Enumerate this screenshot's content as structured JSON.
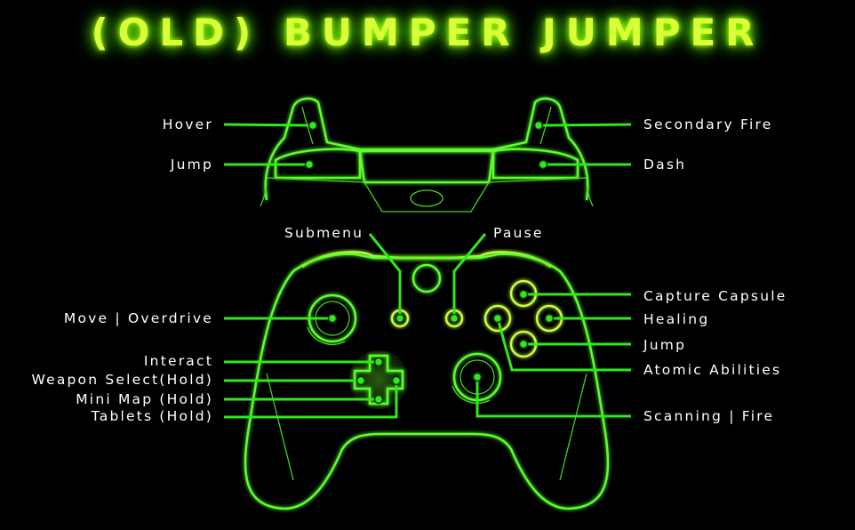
{
  "title": "(OLD) BUMPER JUMPER",
  "colors": {
    "accent": "#5cff2a",
    "title": "#d8ff3a",
    "background": "#000000"
  },
  "labels": {
    "hover": "Hover",
    "jump_bumper": "Jump",
    "secondary_fire": "Secondary Fire",
    "dash": "Dash",
    "submenu": "Submenu",
    "pause": "Pause",
    "move_overdrive": "Move | Overdrive",
    "interact": "Interact",
    "weapon_select": "Weapon Select(Hold)",
    "mini_map": "Mini Map (Hold)",
    "tablets": "Tablets (Hold)",
    "capture_capsule": "Capture Capsule",
    "healing": "Healing",
    "jump_button": "Jump",
    "atomic_abilities": "Atomic Abilities",
    "scanning_fire": "Scanning | Fire"
  }
}
